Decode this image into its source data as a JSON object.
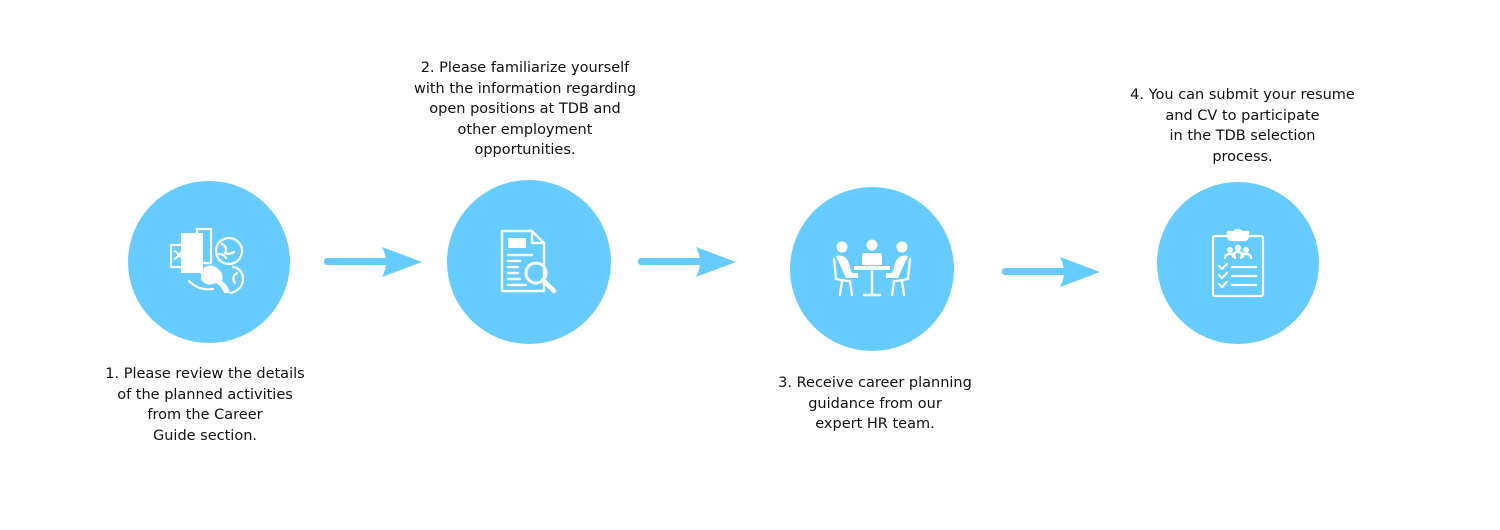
{
  "colors": {
    "circle": "#66ccff",
    "arrow": "#66ccff",
    "icon": "#ffffff",
    "text": "#111111"
  },
  "steps": [
    {
      "number": 1,
      "text": "1. Please review the details\nof the planned activities\nfrom the Career\nGuide section.",
      "icon": "career-guide-documents-icon"
    },
    {
      "number": 2,
      "text": "2. Please familiarize yourself\nwith the information regarding\nopen positions at TDB and\nother employment\nopportunities.",
      "icon": "document-search-icon"
    },
    {
      "number": 3,
      "text": "3. Receive career planning\nguidance from our\nexpert HR team.",
      "icon": "meeting-table-icon"
    },
    {
      "number": 4,
      "text": "4. You can submit your resume\nand CV to participate\nin the TDB selection\nprocess.",
      "icon": "clipboard-checklist-icon"
    }
  ]
}
